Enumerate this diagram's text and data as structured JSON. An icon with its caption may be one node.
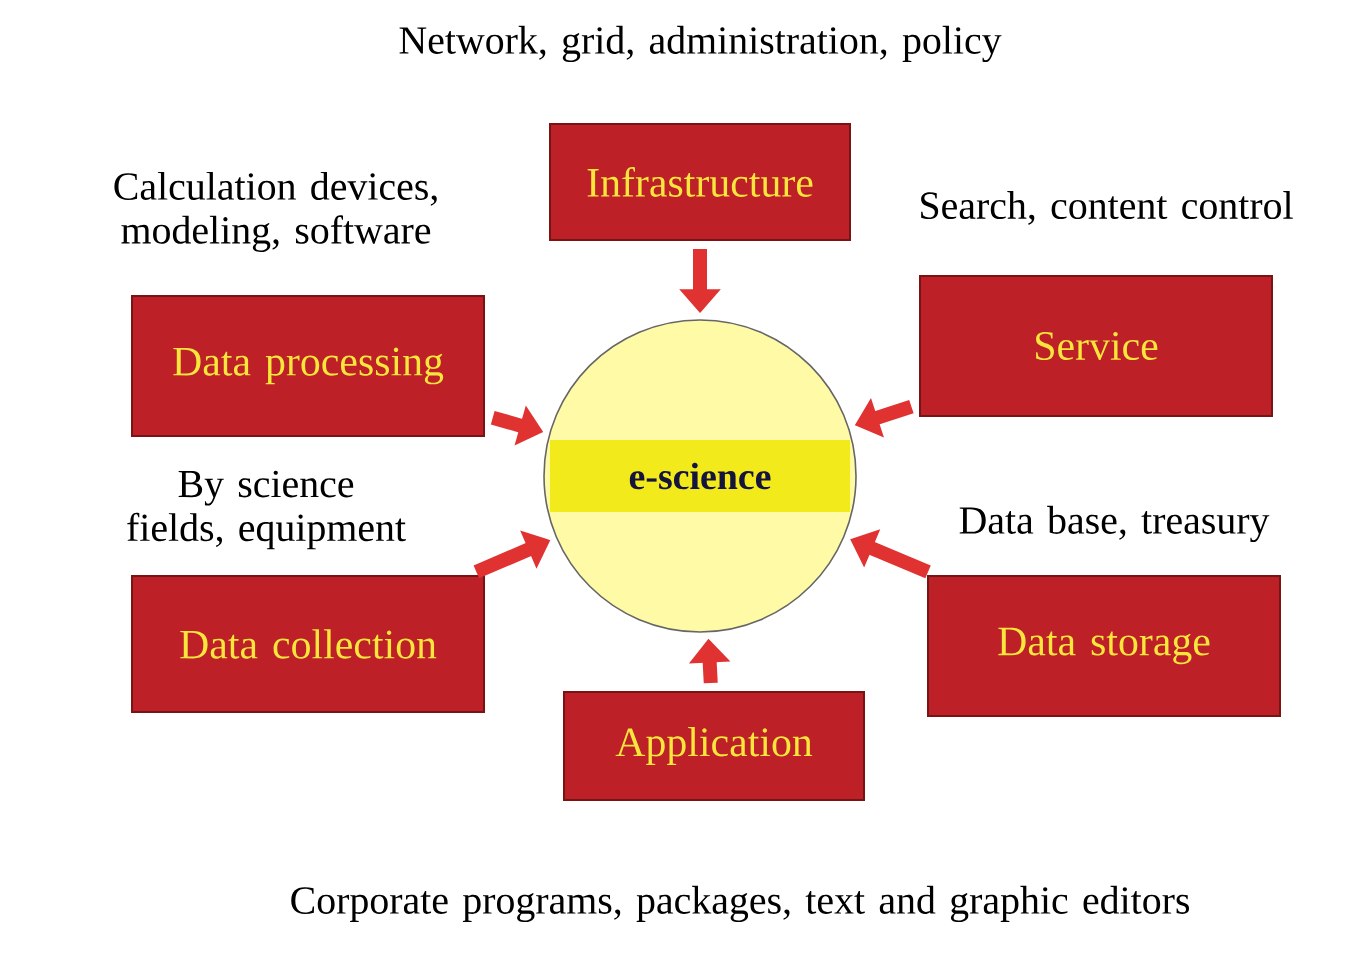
{
  "diagram": {
    "nodes": [
      {
        "text": [
          "Infrastructure"
        ],
        "beside": [
          "Network, grid, administration, policy"
        ]
      },
      {
        "text": [
          "Data processing"
        ],
        "beside": [
          "Calculation devices, modeling, software"
        ]
      },
      {
        "text": [
          "Service"
        ],
        "beside": [
          "Search, content control"
        ]
      },
      {
        "text": [
          "e-science"
        ]
      },
      {
        "text": [
          "Data collection"
        ],
        "beside": [
          "By science fields, equipment"
        ]
      },
      {
        "text": [
          "Data storage"
        ],
        "beside": [
          "Data base, treasury"
        ]
      },
      {
        "text": [
          "Application"
        ],
        "beside": [
          "Corporate programs, packages, text and graphic editors"
        ]
      }
    ],
    "edges": [
      {
        "from": 0,
        "to": 3,
        "arrow": "to"
      },
      {
        "from": 1,
        "to": 3,
        "arrow": "to"
      },
      {
        "from": 2,
        "to": 3,
        "arrow": "to"
      },
      {
        "from": 4,
        "to": 3,
        "arrow": "to"
      },
      {
        "from": 5,
        "to": 3,
        "arrow": "to"
      },
      {
        "from": 6,
        "to": 3,
        "arrow": "to"
      }
    ]
  }
}
